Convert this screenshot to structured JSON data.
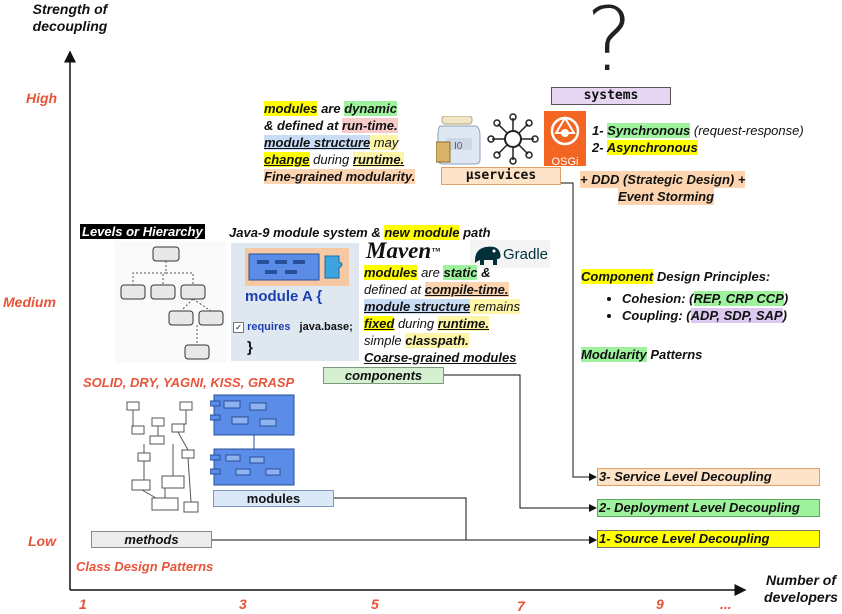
{
  "axes": {
    "y_title_line1": "Strength of",
    "y_title_line2": "decoupling",
    "x_title_line1": "Number of",
    "x_title_line2": "developers",
    "y_levels": [
      "High",
      "Medium",
      "Low"
    ],
    "x_ticks": [
      "1",
      "3",
      "5",
      "7",
      "9",
      "..."
    ]
  },
  "systems_label": "systems",
  "microservices": {
    "label": "µservices",
    "desc": {
      "w_modules": "modules",
      "w_are": " are ",
      "w_dynamic": "dynamic",
      "w_defined": "& defined at ",
      "w_runtime": "run-time.",
      "w_module_structure": "module structure",
      "w_may": " may",
      "w_change": "change",
      "w_during": " during ",
      "w_runtime2": "runtime.",
      "w_fine": "Fine-grained modularity."
    },
    "comm": {
      "line1_prefix": "1- ",
      "line1_hl": "Synchronous",
      "line1_rest": " (request-response)",
      "line2_prefix": "2- ",
      "line2_hl": "Asynchronous"
    },
    "ddd": {
      "line1": "+ DDD (Strategic Design)  +",
      "line2": "Event Storming"
    },
    "osgi_label": "OSGi"
  },
  "components": {
    "label": "components",
    "levels_title": "Levels or Hierarchy",
    "java9_prefix": "Java-9 module system & ",
    "java9_hl": "new module",
    "java9_suffix": " path",
    "code_line1": "module A {",
    "code_requires": "requires",
    "code_base": "java.base;",
    "code_close": "}",
    "maven": "Maven",
    "maven_tm": "™",
    "gradle": "Gradle",
    "desc": {
      "w_modules": "modules",
      "w_are": " are ",
      "w_static": "static",
      "w_amp": " &",
      "w_defined": "defined at ",
      "w_compile": "compile-time.",
      "w_module_structure": "module structure",
      "w_remains": " remains",
      "w_fixed": "fixed",
      "w_during": " during ",
      "w_runtime": "runtime.",
      "w_simple": "simple ",
      "w_classpath": "classpath.",
      "w_coarse": "Coarse-grained modules"
    }
  },
  "principles": {
    "title_hl": "Component",
    "title_rest": " Design Principles:",
    "cohesion_prefix": "Cohesion: (",
    "cohesion_hl": "REP, CRP CCP",
    "cohesion_suffix": ")",
    "coupling_prefix": "Coupling: (",
    "coupling_hl": "ADP, SDP, SAP",
    "coupling_suffix": ")",
    "modularity_hl": "Modularity",
    "modularity_rest": " Patterns"
  },
  "lower": {
    "solid": "SOLID, DRY, YAGNI, KISS, GRASP",
    "modules_label": "modules",
    "methods_label": "methods",
    "class_patterns": "Class Design Patterns"
  },
  "levels": {
    "service": "3- Service Level  Decoupling",
    "deployment": "2- Deployment Level  Decoupling",
    "source": "1- Source Level  Decoupling"
  },
  "colors": {
    "orange_label": "#e8543a",
    "service_fill": "#fde3c8",
    "deployment_fill": "#9ef29e",
    "source_fill": "#ffff00",
    "systems_fill": "#e6d6f2",
    "microservices_fill": "#fde3c8",
    "components_fill": "#d5efd0",
    "modules_fill": "#dbe8f8",
    "methods_fill": "#ececec",
    "blue_module": "#5b8de8"
  }
}
